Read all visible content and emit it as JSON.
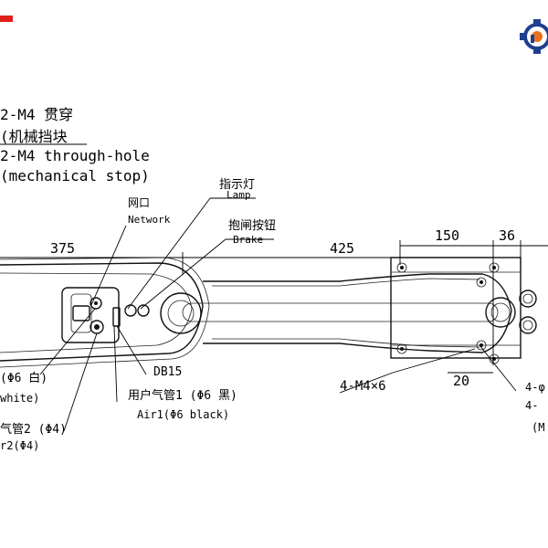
{
  "colors": {
    "accent_red": "#e0201b",
    "logo_blue": "#1f3f8f",
    "logo_orange": "#e8731c",
    "ink": "#111111"
  },
  "logo": {
    "icon": "gear-robot-logo-icon"
  },
  "notes": {
    "through_hole_cn": "2-M4 贯穿",
    "stop_cn": "(机械挡块",
    "through_hole_en": "2-M4 through-hole",
    "stop_en": "(mechanical stop)"
  },
  "labels": {
    "network_cn": "网口",
    "network_en": "Network",
    "lamp_cn": "指示灯",
    "lamp_en": "Lamp",
    "brake_cn": "抱闸按钮",
    "brake_en": "Brake",
    "db15": "DB15",
    "air1_cn": "用户气管1 (Φ6 黑)",
    "air1_en": "Air1(Φ6 black)",
    "air_white_cn": "(Φ6 白)",
    "air_white_en": "white)",
    "air2_cn": "气管2 (Φ4)",
    "air2_en": "r2(Φ4)",
    "m4x6": "4-M4×6",
    "right_4a": "4-φ",
    "right_4b": "4-",
    "right_m": "(M"
  },
  "dimensions": {
    "d375": "375",
    "d425": "425",
    "d150": "150",
    "d36": "36",
    "d20": "20"
  }
}
